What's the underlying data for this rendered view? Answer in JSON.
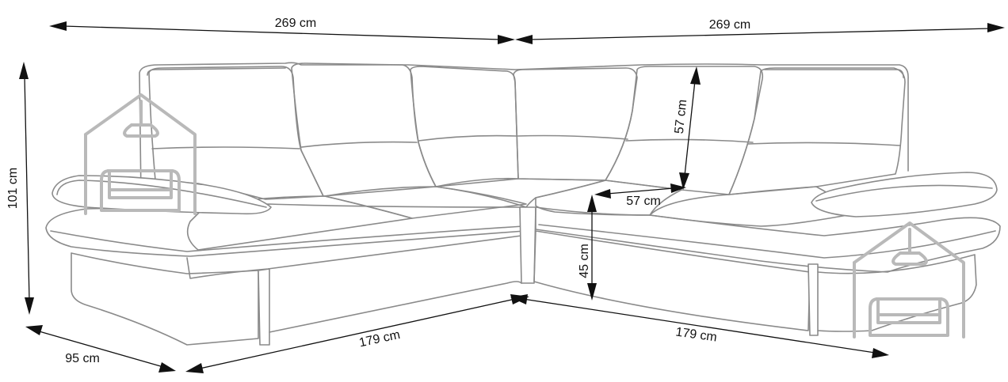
{
  "dimensions": {
    "top_left_width": "269 cm",
    "top_right_width": "269 cm",
    "total_height": "101 cm",
    "depth": "95 cm",
    "bottom_left_length": "179 cm",
    "bottom_right_length": "179 cm",
    "backrest_height": "57 cm",
    "seat_depth": "57 cm",
    "seat_height": "45 cm"
  },
  "colors": {
    "outline": "#8a8a8a",
    "dimension": "#111111",
    "watermark": "#b9b9b9"
  },
  "icons": {
    "watermark_left": "house-sofa-logo-icon",
    "watermark_right": "house-sofa-logo-icon"
  }
}
